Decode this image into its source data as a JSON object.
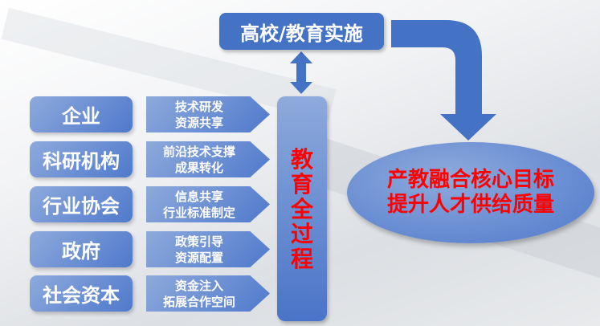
{
  "top_box": {
    "label": "高校/教育实施"
  },
  "stakeholders": [
    {
      "label": "企业",
      "contribution": [
        "技术研发",
        "资源共享"
      ]
    },
    {
      "label": "科研机构",
      "contribution": [
        "前沿技术支撑",
        "成果转化"
      ]
    },
    {
      "label": "行业协会",
      "contribution": [
        "信息共享",
        "行业标准制定"
      ]
    },
    {
      "label": "政府",
      "contribution": [
        "政策引导",
        "资源配置"
      ]
    },
    {
      "label": "社会资本",
      "contribution": [
        "资金注入",
        "拓展合作空间"
      ]
    }
  ],
  "process_column": {
    "chars": [
      "教",
      "育",
      "全",
      "过",
      "程"
    ]
  },
  "goal": {
    "lines": [
      "产教融合核心目标",
      "提升人才供给质量"
    ]
  },
  "colors": {
    "primary": "#4472c4",
    "accent_text": "#ff0000"
  }
}
